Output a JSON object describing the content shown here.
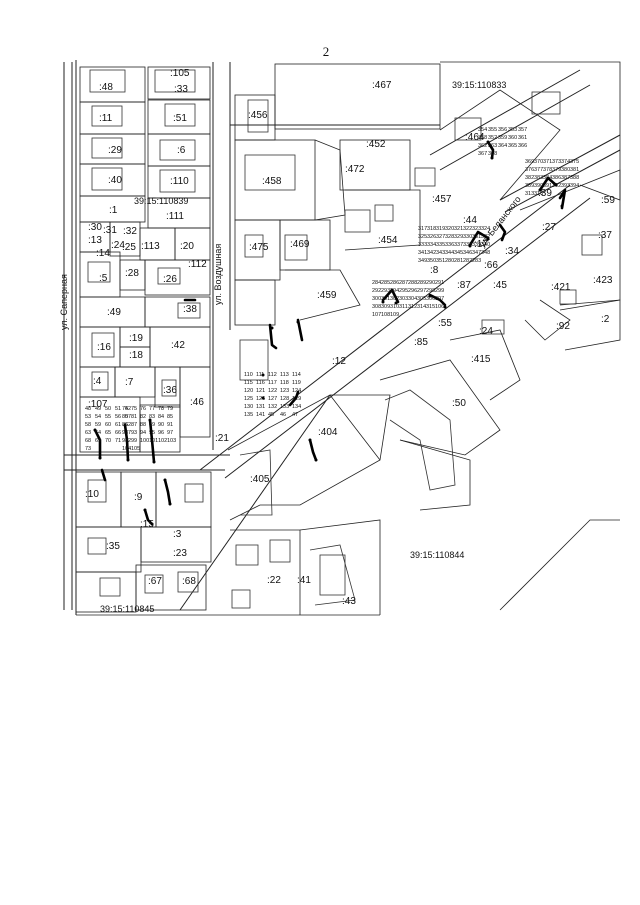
{
  "page_number": "2",
  "quarters": [
    "39:15:110833",
    "39:15:110839",
    "39:15:110844",
    "39:15:110845"
  ],
  "streets": [
    "ул. Саперная",
    "ул. Воздушная",
    "ул. Беланского"
  ],
  "parcels": [
    ":48",
    ":105",
    ":33",
    ":11",
    ":51",
    ":29",
    ":6",
    ":40",
    ":110",
    ":1",
    ":111",
    ":30",
    ":31",
    ":32",
    ":13",
    ":24",
    ":25",
    ":113",
    ":20",
    ":112",
    ":14",
    ":28",
    ":26",
    ":5",
    ":49",
    ":38",
    ":16",
    ":19",
    ":42",
    ":18",
    ":4",
    ":7",
    ":36",
    ":107",
    ":46",
    ":10",
    ":9",
    ":35",
    ":23",
    ":3",
    ":67",
    ":68",
    ":467",
    ":456",
    ":452",
    ":458",
    ":472",
    ":475",
    ":469",
    ":454",
    ":457",
    ":459",
    ":464",
    ":423",
    ":421",
    ":415",
    ":404",
    ":405",
    ":50",
    ":85",
    ":87",
    ":55",
    ":24",
    ":92",
    ":2",
    ":8",
    ":12",
    ":15",
    ":21",
    ":22",
    ":41",
    ":43",
    ":34",
    ":39",
    ":59",
    ":66",
    ":17",
    ":27",
    ":37",
    ":44",
    ":45"
  ],
  "points": [
    "354",
    "355",
    "356",
    "353",
    "357",
    "358",
    "352",
    "359",
    "360",
    "361",
    "362",
    "363",
    "364",
    "365",
    "366",
    "367",
    "368",
    "369",
    "370",
    "371",
    "373",
    "374",
    "375",
    "376",
    "377",
    "378",
    "379",
    "380",
    "381",
    "382",
    "383",
    "384",
    "386",
    "387",
    "388",
    "389",
    "390",
    "391",
    "392",
    "393",
    "394",
    "313",
    "316",
    "317",
    "318",
    "319",
    "320",
    "321",
    "322",
    "323",
    "324",
    "325",
    "326",
    "327",
    "328",
    "329",
    "330",
    "331",
    "332",
    "333",
    "334",
    "335",
    "336",
    "337",
    "338",
    "339",
    "340",
    "341",
    "342",
    "343",
    "344",
    "345",
    "346",
    "347",
    "348",
    "349",
    "350",
    "351",
    "280",
    "281",
    "282",
    "283",
    "284",
    "285",
    "286",
    "287",
    "288",
    "289",
    "290",
    "291",
    "292",
    "293",
    "294",
    "295",
    "296",
    "297",
    "298",
    "299",
    "300",
    "301",
    "302",
    "303",
    "304",
    "305",
    "306",
    "307",
    "308",
    "309",
    "310",
    "311",
    "312",
    "314",
    "315",
    "106",
    "107",
    "108",
    "109",
    "110",
    "111",
    "112",
    "113",
    "114",
    "115",
    "116",
    "117",
    "118",
    "119",
    "120",
    "121",
    "122",
    "123",
    "124",
    "125",
    "126",
    "127",
    "128",
    "129",
    "130",
    "131",
    "132",
    "133",
    "134",
    "135",
    "141",
    "45",
    "46",
    "47",
    "48",
    "49",
    "50",
    "51",
    "52",
    "53",
    "54",
    "55",
    "56",
    "57",
    "58",
    "59",
    "60",
    "61",
    "62",
    "63",
    "64",
    "65",
    "66",
    "67",
    "68",
    "69",
    "70",
    "71",
    "72",
    "73",
    "74",
    "75",
    "76",
    "77",
    "78",
    "79",
    "80",
    "81",
    "82",
    "83",
    "84",
    "85",
    "86",
    "87",
    "88",
    "89",
    "90",
    "91",
    "92",
    "93",
    "94",
    "95",
    "96",
    "97",
    "98",
    "99",
    "100",
    "101",
    "102",
    "103",
    "104",
    "105"
  ],
  "colors": {
    "line": "#222222",
    "boundary": "#000000",
    "background": "#ffffff"
  }
}
